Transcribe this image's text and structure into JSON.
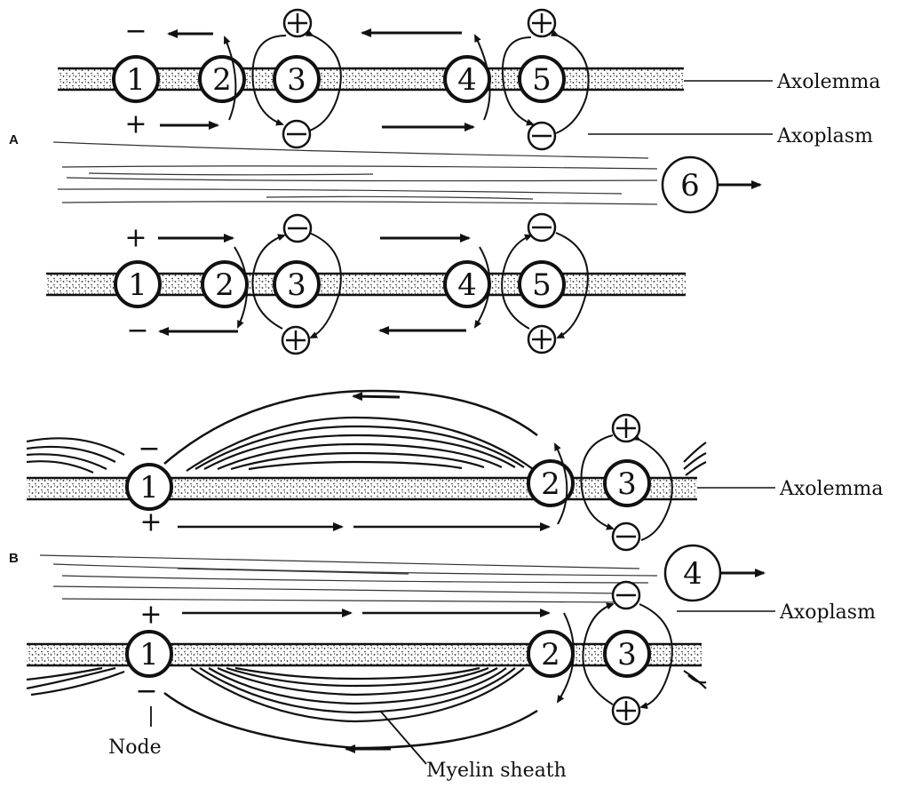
{
  "panels": {
    "a": "A",
    "b": "B"
  },
  "labels": {
    "axolemma": "Axolemma",
    "axoplasm": "Axoplasm",
    "node": "Node",
    "myelin": "Myelin sheath"
  },
  "panel_a": {
    "nodes": [
      "1",
      "2",
      "3",
      "4",
      "5"
    ],
    "direction_label": "6"
  },
  "panel_b": {
    "nodes": [
      "1",
      "2",
      "3"
    ],
    "direction_label": "4"
  },
  "signs": {
    "plus": "+",
    "minus": "−"
  }
}
